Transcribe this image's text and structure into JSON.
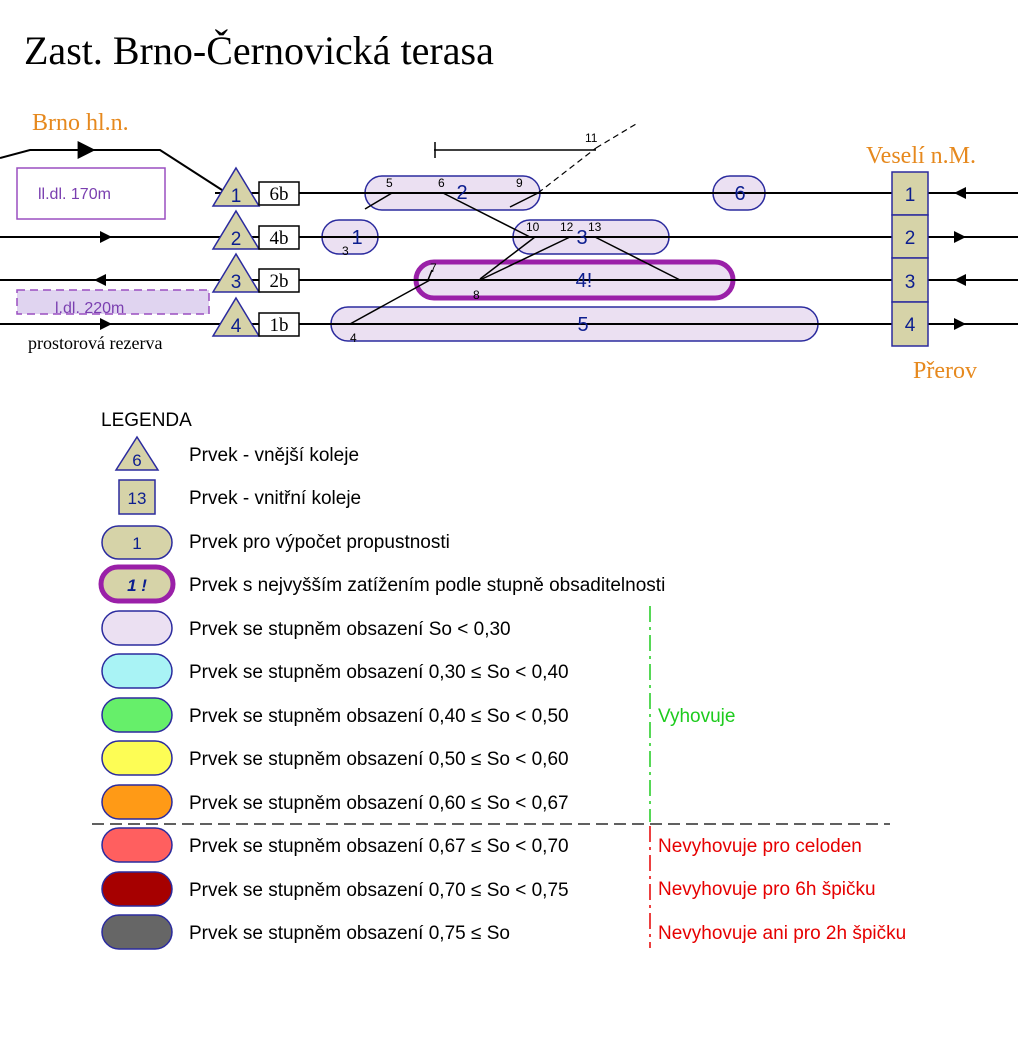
{
  "title": "Zast. Brno-Černovická terasa",
  "stations": {
    "brno": "Brno hl.n.",
    "veseli": "Veselí n.M.",
    "prerov": "Přerov"
  },
  "platforms": {
    "upper": "ll.dl. 170m",
    "lower": "l.dl. 220m",
    "reserve": "prostorová rezerva"
  },
  "outer_tracks": [
    {
      "number": "1",
      "label": "6b"
    },
    {
      "number": "2",
      "label": "4b"
    },
    {
      "number": "3",
      "label": "2b"
    },
    {
      "number": "4",
      "label": "1b"
    }
  ],
  "inner_tracks": [
    "1",
    "2",
    "3",
    "4"
  ],
  "elements": [
    {
      "label": "2",
      "occupancy": "So < 0,30"
    },
    {
      "label": "6",
      "occupancy": "So < 0,30"
    },
    {
      "label": "1",
      "occupancy": "So < 0,30"
    },
    {
      "label": "3",
      "occupancy": "So < 0,30"
    },
    {
      "label": "4!",
      "occupancy": "So < 0,30",
      "highest": true
    },
    {
      "label": "5",
      "occupancy": "So < 0,30"
    }
  ],
  "switch_numbers": [
    "5",
    "6",
    "9",
    "10",
    "12",
    "13",
    "3",
    "7",
    "8",
    "4",
    "11"
  ],
  "legend": {
    "title": "LEGENDA",
    "items": [
      {
        "shape": "triangle",
        "sample": "6",
        "text": "Prvek - vnější koleje"
      },
      {
        "shape": "square",
        "sample": "13",
        "text": "Prvek - vnitřní koleje"
      },
      {
        "shape": "pill",
        "sample": "1",
        "text": "Prvek pro výpočet propustnosti",
        "color": "#d6d3a8"
      },
      {
        "shape": "pill-bold",
        "sample": "1 !",
        "text": "Prvek s nejvyšším zatížením podle stupně obsaditelnosti",
        "color": "#d6d3a8"
      },
      {
        "shape": "pill",
        "sample": "",
        "text": "Prvek se stupněm obsazení So < 0,30",
        "color": "#ebe0f2"
      },
      {
        "shape": "pill",
        "sample": "",
        "text": "Prvek se stupněm obsazení 0,30 ≤ So < 0,40",
        "color": "#a9f3f5"
      },
      {
        "shape": "pill",
        "sample": "",
        "text": "Prvek se stupněm obsazení 0,40 ≤ So < 0,50",
        "color": "#66ef6a"
      },
      {
        "shape": "pill",
        "sample": "",
        "text": "Prvek se stupněm obsazení 0,50 ≤ So < 0,60",
        "color": "#fdfd55"
      },
      {
        "shape": "pill",
        "sample": "",
        "text": "Prvek se stupněm obsazení 0,60 ≤ So < 0,67",
        "color": "#ff9a16"
      },
      {
        "shape": "pill",
        "sample": "",
        "text": "Prvek se stupněm obsazení 0,67 ≤ So < 0,70",
        "color": "#ff5f5f"
      },
      {
        "shape": "pill",
        "sample": "",
        "text": "Prvek se stupněm obsazení 0,70 ≤ So < 0,75",
        "color": "#a60000"
      },
      {
        "shape": "pill",
        "sample": "",
        "text": "Prvek se stupněm obsazení 0,75 ≤ So",
        "color": "#666666"
      }
    ],
    "verdicts": {
      "ok": "Vyhovuje",
      "fail_day": "Nevyhovuje pro celoden",
      "fail_6h": "Nevyhovuje pro 6h špičku",
      "fail_2h": "Nevyhovuje ani pro 2h špičku"
    }
  },
  "colors": {
    "orange_label": "#e6891e",
    "platform_purple": "#7a3fb0",
    "element_fill": "#ebe0f2",
    "element_stroke": "#2b2b9e",
    "number_blue": "#0c1e8f",
    "symbol_fill": "#d6d3a8",
    "highlight_purple": "#9a20a8",
    "ok_green": "#1ecb1e",
    "fail_red": "#e60000"
  }
}
